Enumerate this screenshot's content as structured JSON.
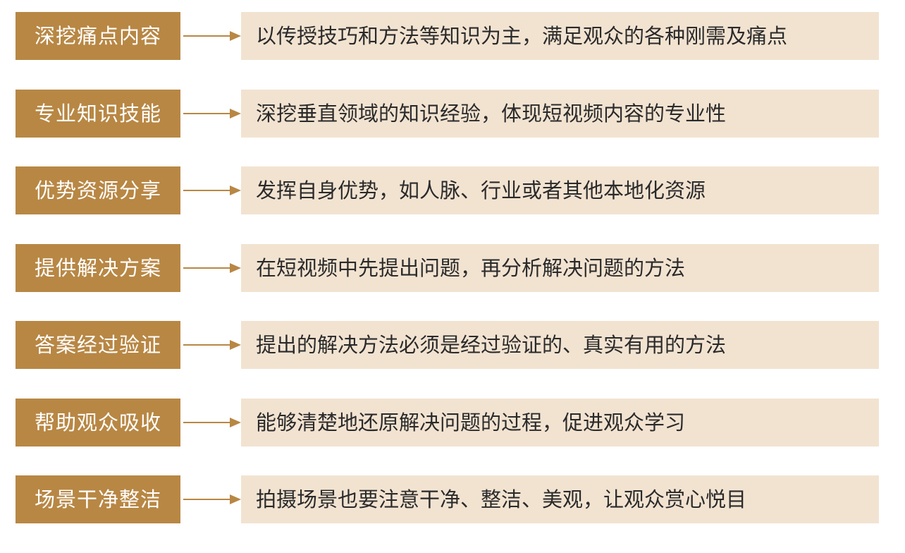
{
  "colors": {
    "label_bg": "#b88744",
    "label_text": "#ffffff",
    "desc_bg": "#f2e3d1",
    "desc_text": "#2a2a2a",
    "arrow": "#b88744"
  },
  "rows": [
    {
      "label": "深挖痛点内容",
      "description": "以传授技巧和方法等知识为主，满足观众的各种刚需及痛点"
    },
    {
      "label": "专业知识技能",
      "description": "深挖垂直领域的知识经验，体现短视频内容的专业性"
    },
    {
      "label": "优势资源分享",
      "description": "发挥自身优势，如人脉、行业或者其他本地化资源"
    },
    {
      "label": "提供解决方案",
      "description": "在短视频中先提出问题，再分析解决问题的方法"
    },
    {
      "label": "答案经过验证",
      "description": "提出的解决方法必须是经过验证的、真实有用的方法"
    },
    {
      "label": "帮助观众吸收",
      "description": "能够清楚地还原解决问题的过程，促进观众学习"
    },
    {
      "label": "场景干净整洁",
      "description": "拍摄场景也要注意干净、整洁、美观，让观众赏心悦目"
    }
  ]
}
